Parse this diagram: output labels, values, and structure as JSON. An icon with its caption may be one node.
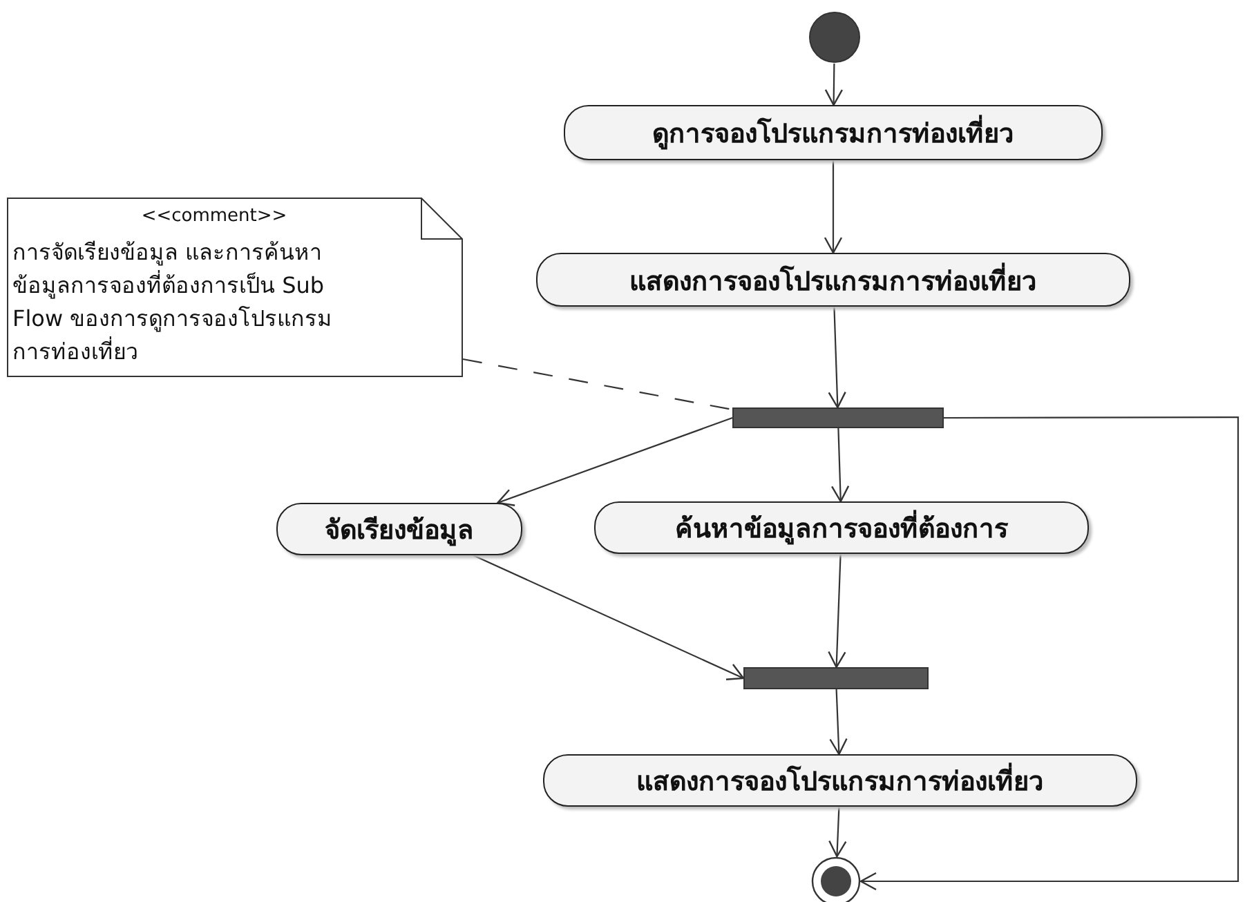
{
  "diagram": {
    "nodes": [
      {
        "text": [],
        "shape": "circle"
      },
      {
        "text": [
          "ดูการจองโปรแกรมการท่องเที่ยว"
        ]
      },
      {
        "text": [
          "แสดงการจองโปรแกรมการท่องเที่ยว"
        ]
      },
      {
        "text": [
          "<<comment>>",
          "การจัดเรียงข้อมูล และการค้นหาข้อมูลการจองที่ต้องการเป็น Sub Flow ของการดูการจองโปรแกรมการท่องเที่ยว"
        ]
      },
      {
        "text": [],
        "shape": "bar"
      },
      {
        "text": [
          "จัดเรียงข้อมูล"
        ]
      },
      {
        "text": [
          "ค้นหาข้อมูลการจองที่ต้องการ"
        ]
      },
      {
        "text": [],
        "shape": "bar"
      },
      {
        "text": [
          "แสดงการจองโปรแกรมการท่องเที่ยว"
        ]
      },
      {
        "text": [],
        "shape": "circle"
      }
    ],
    "edges": [
      {
        "from": 0,
        "to": 1,
        "arrow": "to"
      },
      {
        "from": 1,
        "to": 2,
        "arrow": "to"
      },
      {
        "from": 2,
        "to": 4,
        "arrow": "to"
      },
      {
        "from": 3,
        "to": 4,
        "arrow": "none",
        "style": "dashed"
      },
      {
        "from": 4,
        "to": 5,
        "arrow": "to"
      },
      {
        "from": 4,
        "to": 6,
        "arrow": "to"
      },
      {
        "from": 5,
        "to": 7,
        "arrow": "to"
      },
      {
        "from": 6,
        "to": 7,
        "arrow": "to"
      },
      {
        "from": 7,
        "to": 8,
        "arrow": "to"
      },
      {
        "from": 8,
        "to": 9,
        "arrow": "to"
      },
      {
        "from": 4,
        "to": 9,
        "arrow": "to"
      }
    ]
  }
}
